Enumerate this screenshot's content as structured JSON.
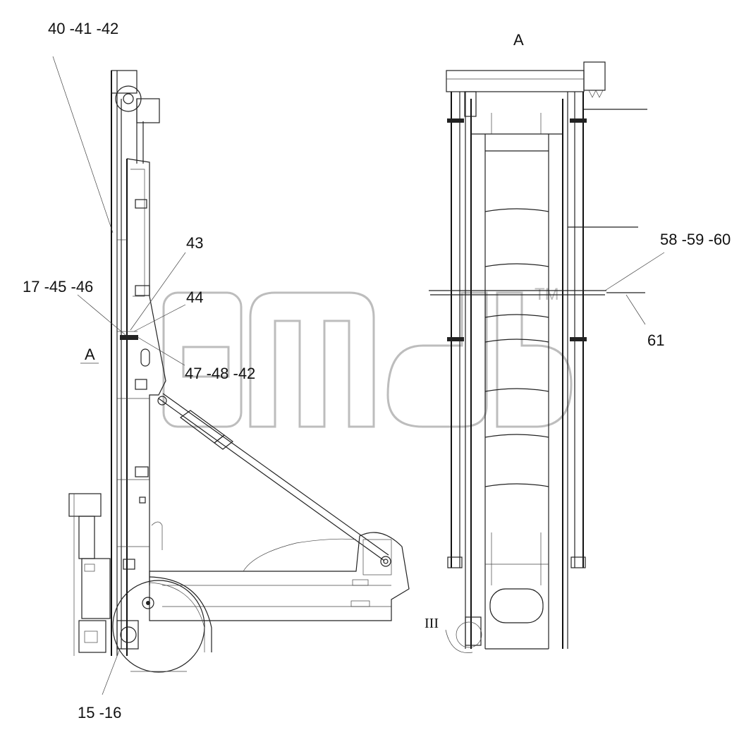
{
  "labels": {
    "callout_40_41_42": "40 -41 -42",
    "callout_43": "43",
    "callout_44": "44",
    "callout_17_45_46": "17 -45 -46",
    "callout_47_48_42": "47 -48 -42",
    "callout_15_16": "15 -16",
    "section_arrow_A": "A",
    "view_title_A": "A",
    "callout_58_59_60": "58 -59 -60",
    "callout_61": "61",
    "detail_III": "III"
  },
  "watermark": {
    "trademark": "TM",
    "color": "#bdbdbd"
  }
}
